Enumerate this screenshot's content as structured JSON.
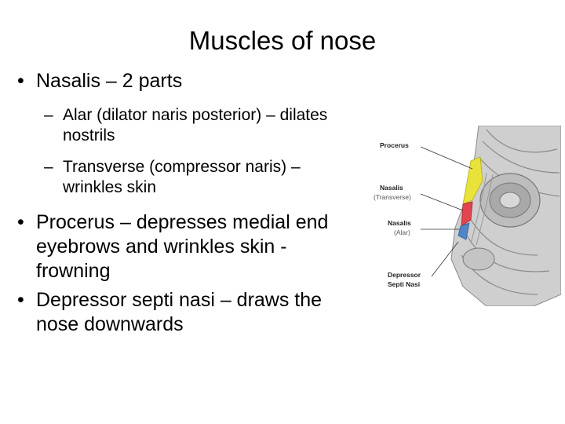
{
  "slide": {
    "title": "Muscles of nose",
    "bullets": [
      {
        "marker": "•",
        "text": "Nasalis – 2 parts"
      },
      {
        "marker": "–",
        "text": "Alar (dilator naris posterior) – dilates nostrils"
      },
      {
        "marker": "–",
        "text": "Transverse (compressor naris) – wrinkles skin"
      },
      {
        "marker": "•",
        "text": "Procerus – depresses medial end eyebrows and wrinkles skin - frowning"
      },
      {
        "marker": "•",
        "text": "Depressor septi nasi – draws the nose downwards"
      }
    ]
  },
  "figure": {
    "labels": {
      "procerus": "Procerus",
      "nasalis_t": "Nasalis",
      "nasalis_t_sub": "(Transverse)",
      "nasalis_a": "Nasalis",
      "nasalis_a_sub": "(Alar)",
      "depressor_1": "Depressor",
      "depressor_2": "Septi Nasi"
    },
    "colors": {
      "procerus": "#e8e23a",
      "nasalis_transverse": "#e2454f",
      "nasalis_alar": "#4f86c6",
      "muscle": "#b9b9b9"
    }
  }
}
